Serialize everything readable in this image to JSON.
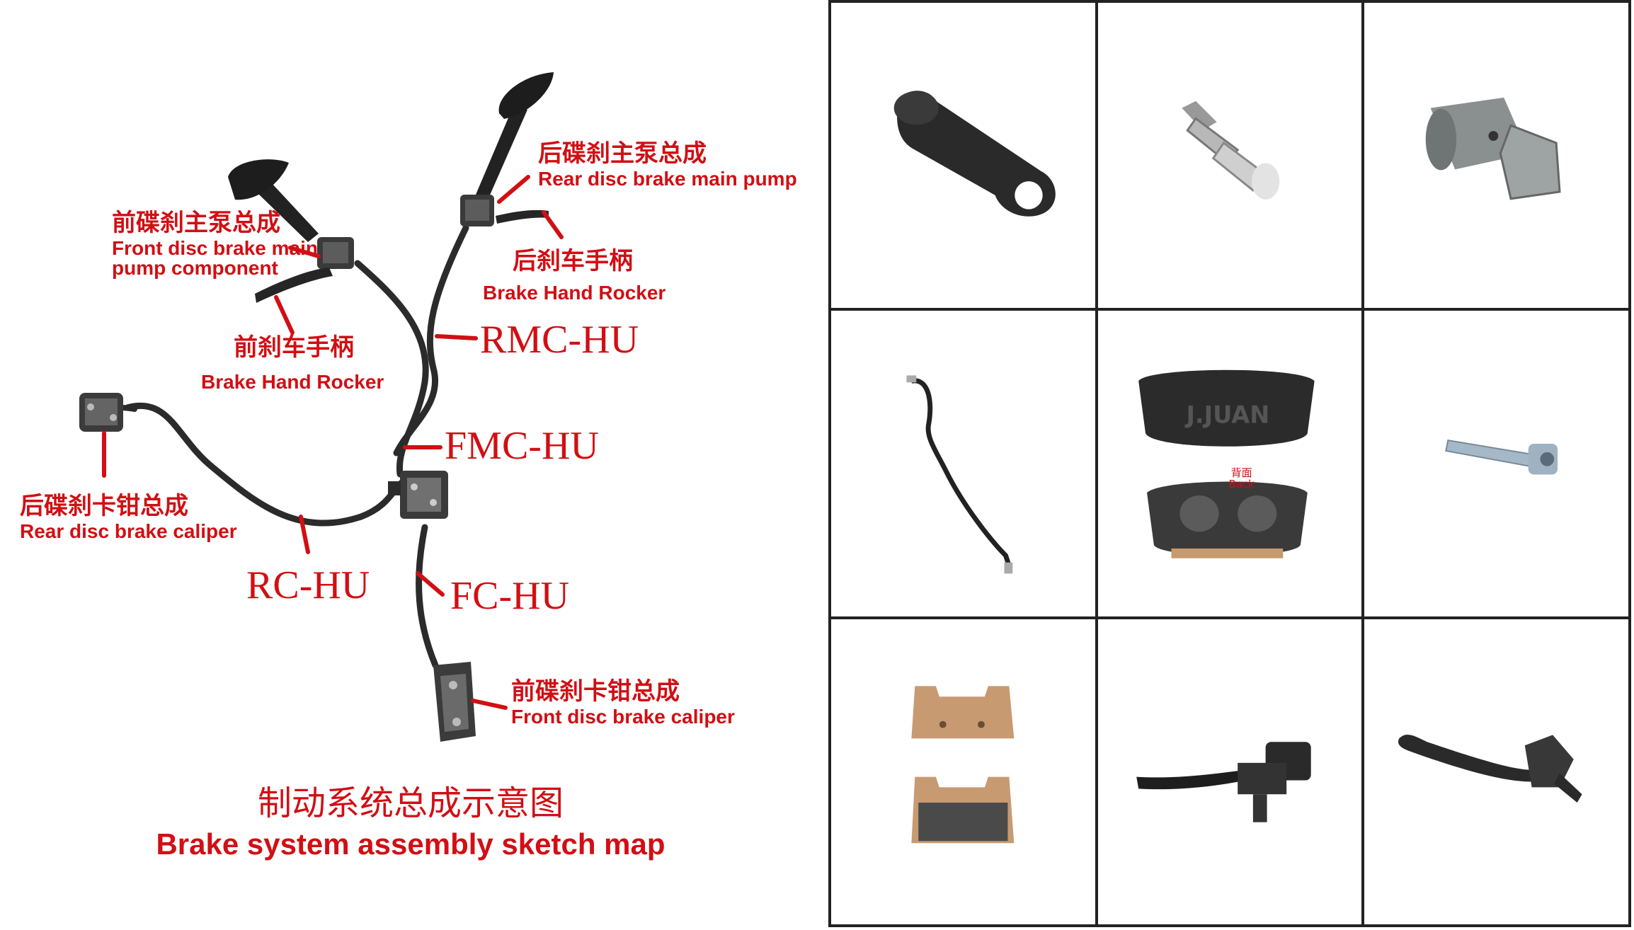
{
  "colors": {
    "accent": "#d10f14",
    "part": "#2a2a2a",
    "copper": "#c59a6e"
  },
  "labels": {
    "front_pump_cn": "前碟刹主泵总成",
    "front_pump_en_1": "Front disc brake main",
    "front_pump_en_2": "pump component",
    "rear_pump_cn": "后碟刹主泵总成",
    "rear_pump_en": "Rear disc brake main pump",
    "rear_lever_cn": "后刹车手柄",
    "rear_lever_en": "Brake Hand Rocker",
    "front_lever_cn": "前刹车手柄",
    "front_lever_en": "Brake Hand Rocker",
    "rear_caliper_cn": "后碟刹卡钳总成",
    "rear_caliper_en": "Rear disc brake caliper",
    "front_caliper_cn": "前碟刹卡钳总成",
    "front_caliper_en": "Front disc brake caliper",
    "rmc": "RMC-HU",
    "fmc": "FMC-HU",
    "rc": "RC-HU",
    "fc": "FC-HU"
  },
  "title": {
    "cn": "制动系统总成示意图",
    "en": "Brake system assembly sketch map"
  },
  "parts_grid": {
    "caliper_logo": "J.JUAN",
    "back_cn": "背面",
    "back_en": "Back",
    "items": [
      {
        "icon": "bleeder-cap-icon"
      },
      {
        "icon": "bleed-screw-icon"
      },
      {
        "icon": "banjo-bolt-icon"
      },
      {
        "icon": "brake-hose-icon"
      },
      {
        "icon": "brake-caliper-icon"
      },
      {
        "icon": "socket-bolt-icon"
      },
      {
        "icon": "brake-pads-icon"
      },
      {
        "icon": "master-cylinder-lever-icon"
      },
      {
        "icon": "brake-lever-icon"
      }
    ]
  }
}
